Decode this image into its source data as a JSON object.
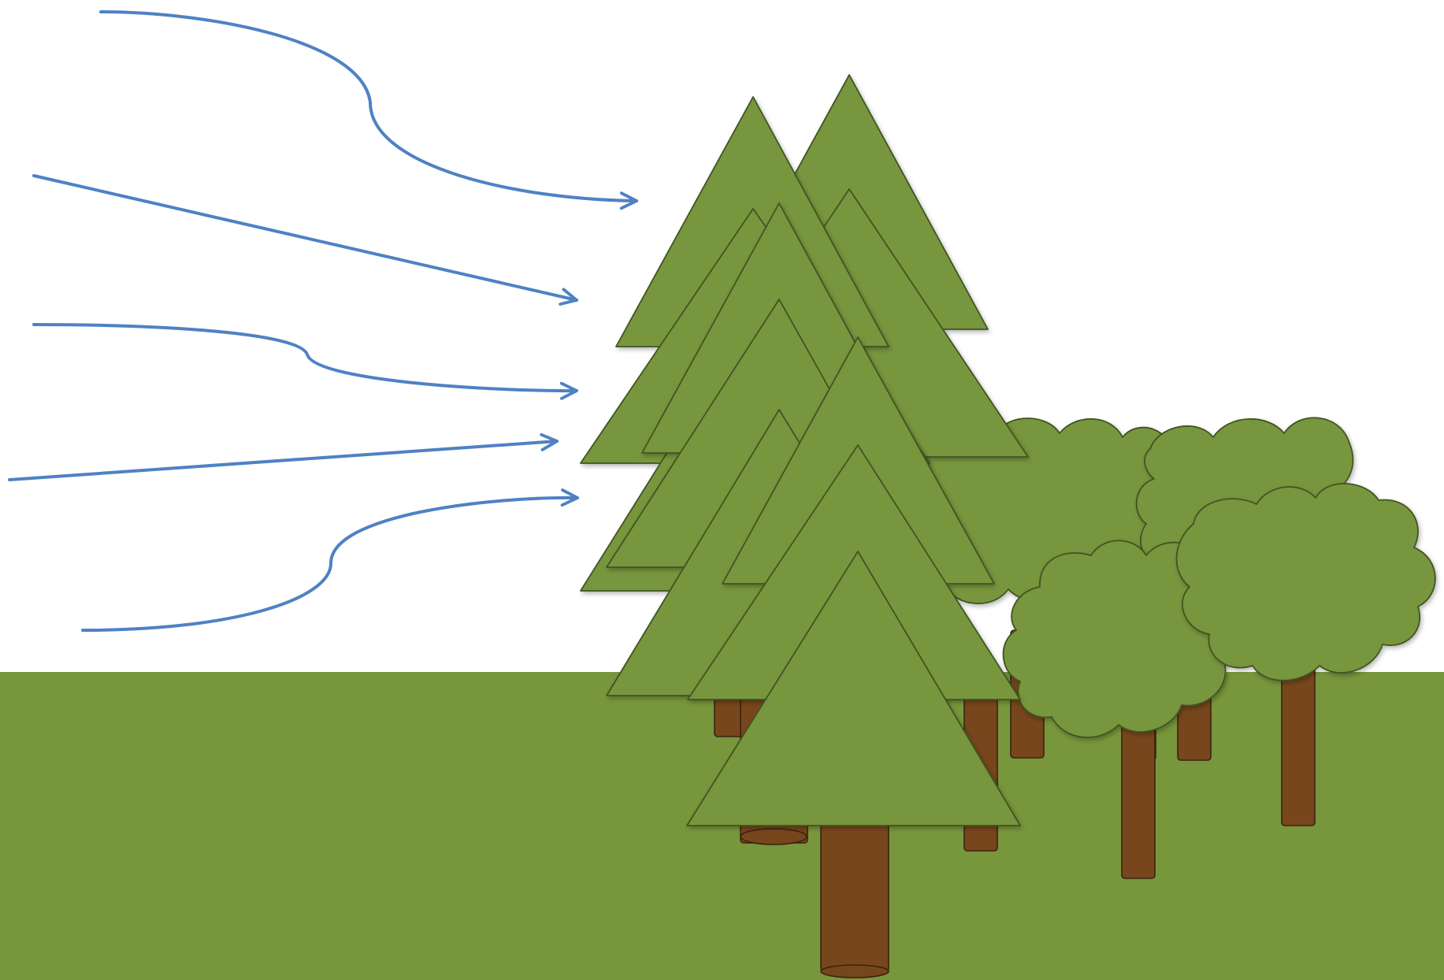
{
  "scene": {
    "sky_color": "#ffffff",
    "ground_color": "#78963c",
    "foliage_color": "#78963c",
    "foliage_outline": "#3f5520",
    "trunk_color": "#77461c",
    "wind_color": "#4f81c4",
    "wind_arrow_count": 5,
    "conifer_count": 4,
    "broadleaf_tree_count": 4
  }
}
